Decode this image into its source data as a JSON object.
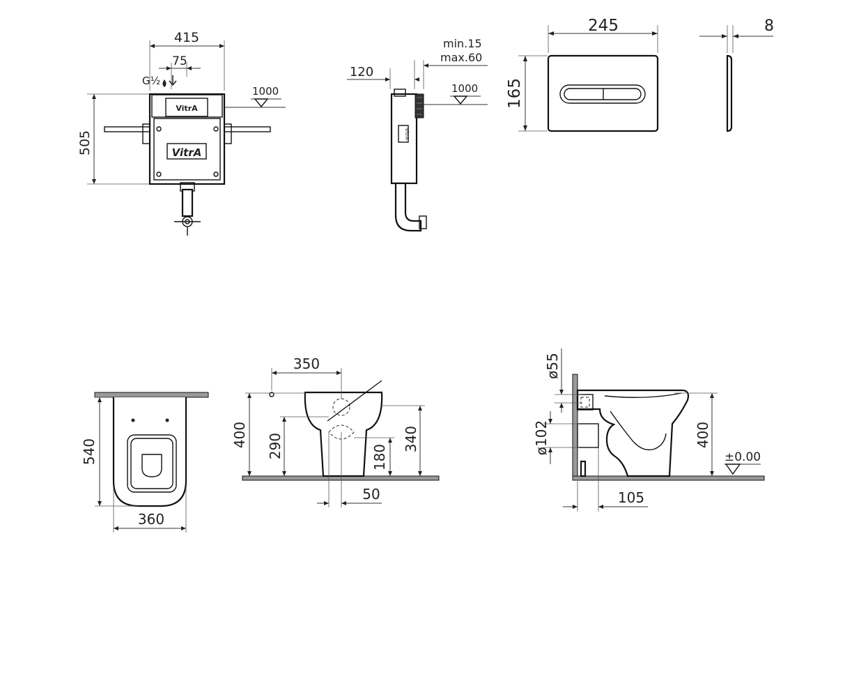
{
  "cistern_front": {
    "width": "415",
    "offset": "75",
    "height": "505",
    "level": "1000",
    "logo_top": "VitrA",
    "logo_body": "VitrA",
    "inlet_label": "G½"
  },
  "cistern_side": {
    "depth": "120",
    "wall_min": "min.15",
    "wall_max": "max.60",
    "level": "1000",
    "logo": "VitrA"
  },
  "flush_plate": {
    "width": "245",
    "height": "165",
    "thickness": "8"
  },
  "pan_top": {
    "length": "540",
    "width": "360"
  },
  "pan_front": {
    "span": "350",
    "height_total": "400",
    "height_outlet": "290",
    "height_inner": "180",
    "height_rim": "340",
    "offset": "50"
  },
  "pan_side": {
    "diameter_top": "ø55",
    "diameter_outlet": "ø102",
    "height": "400",
    "level": "±0.00",
    "depth": "105"
  }
}
